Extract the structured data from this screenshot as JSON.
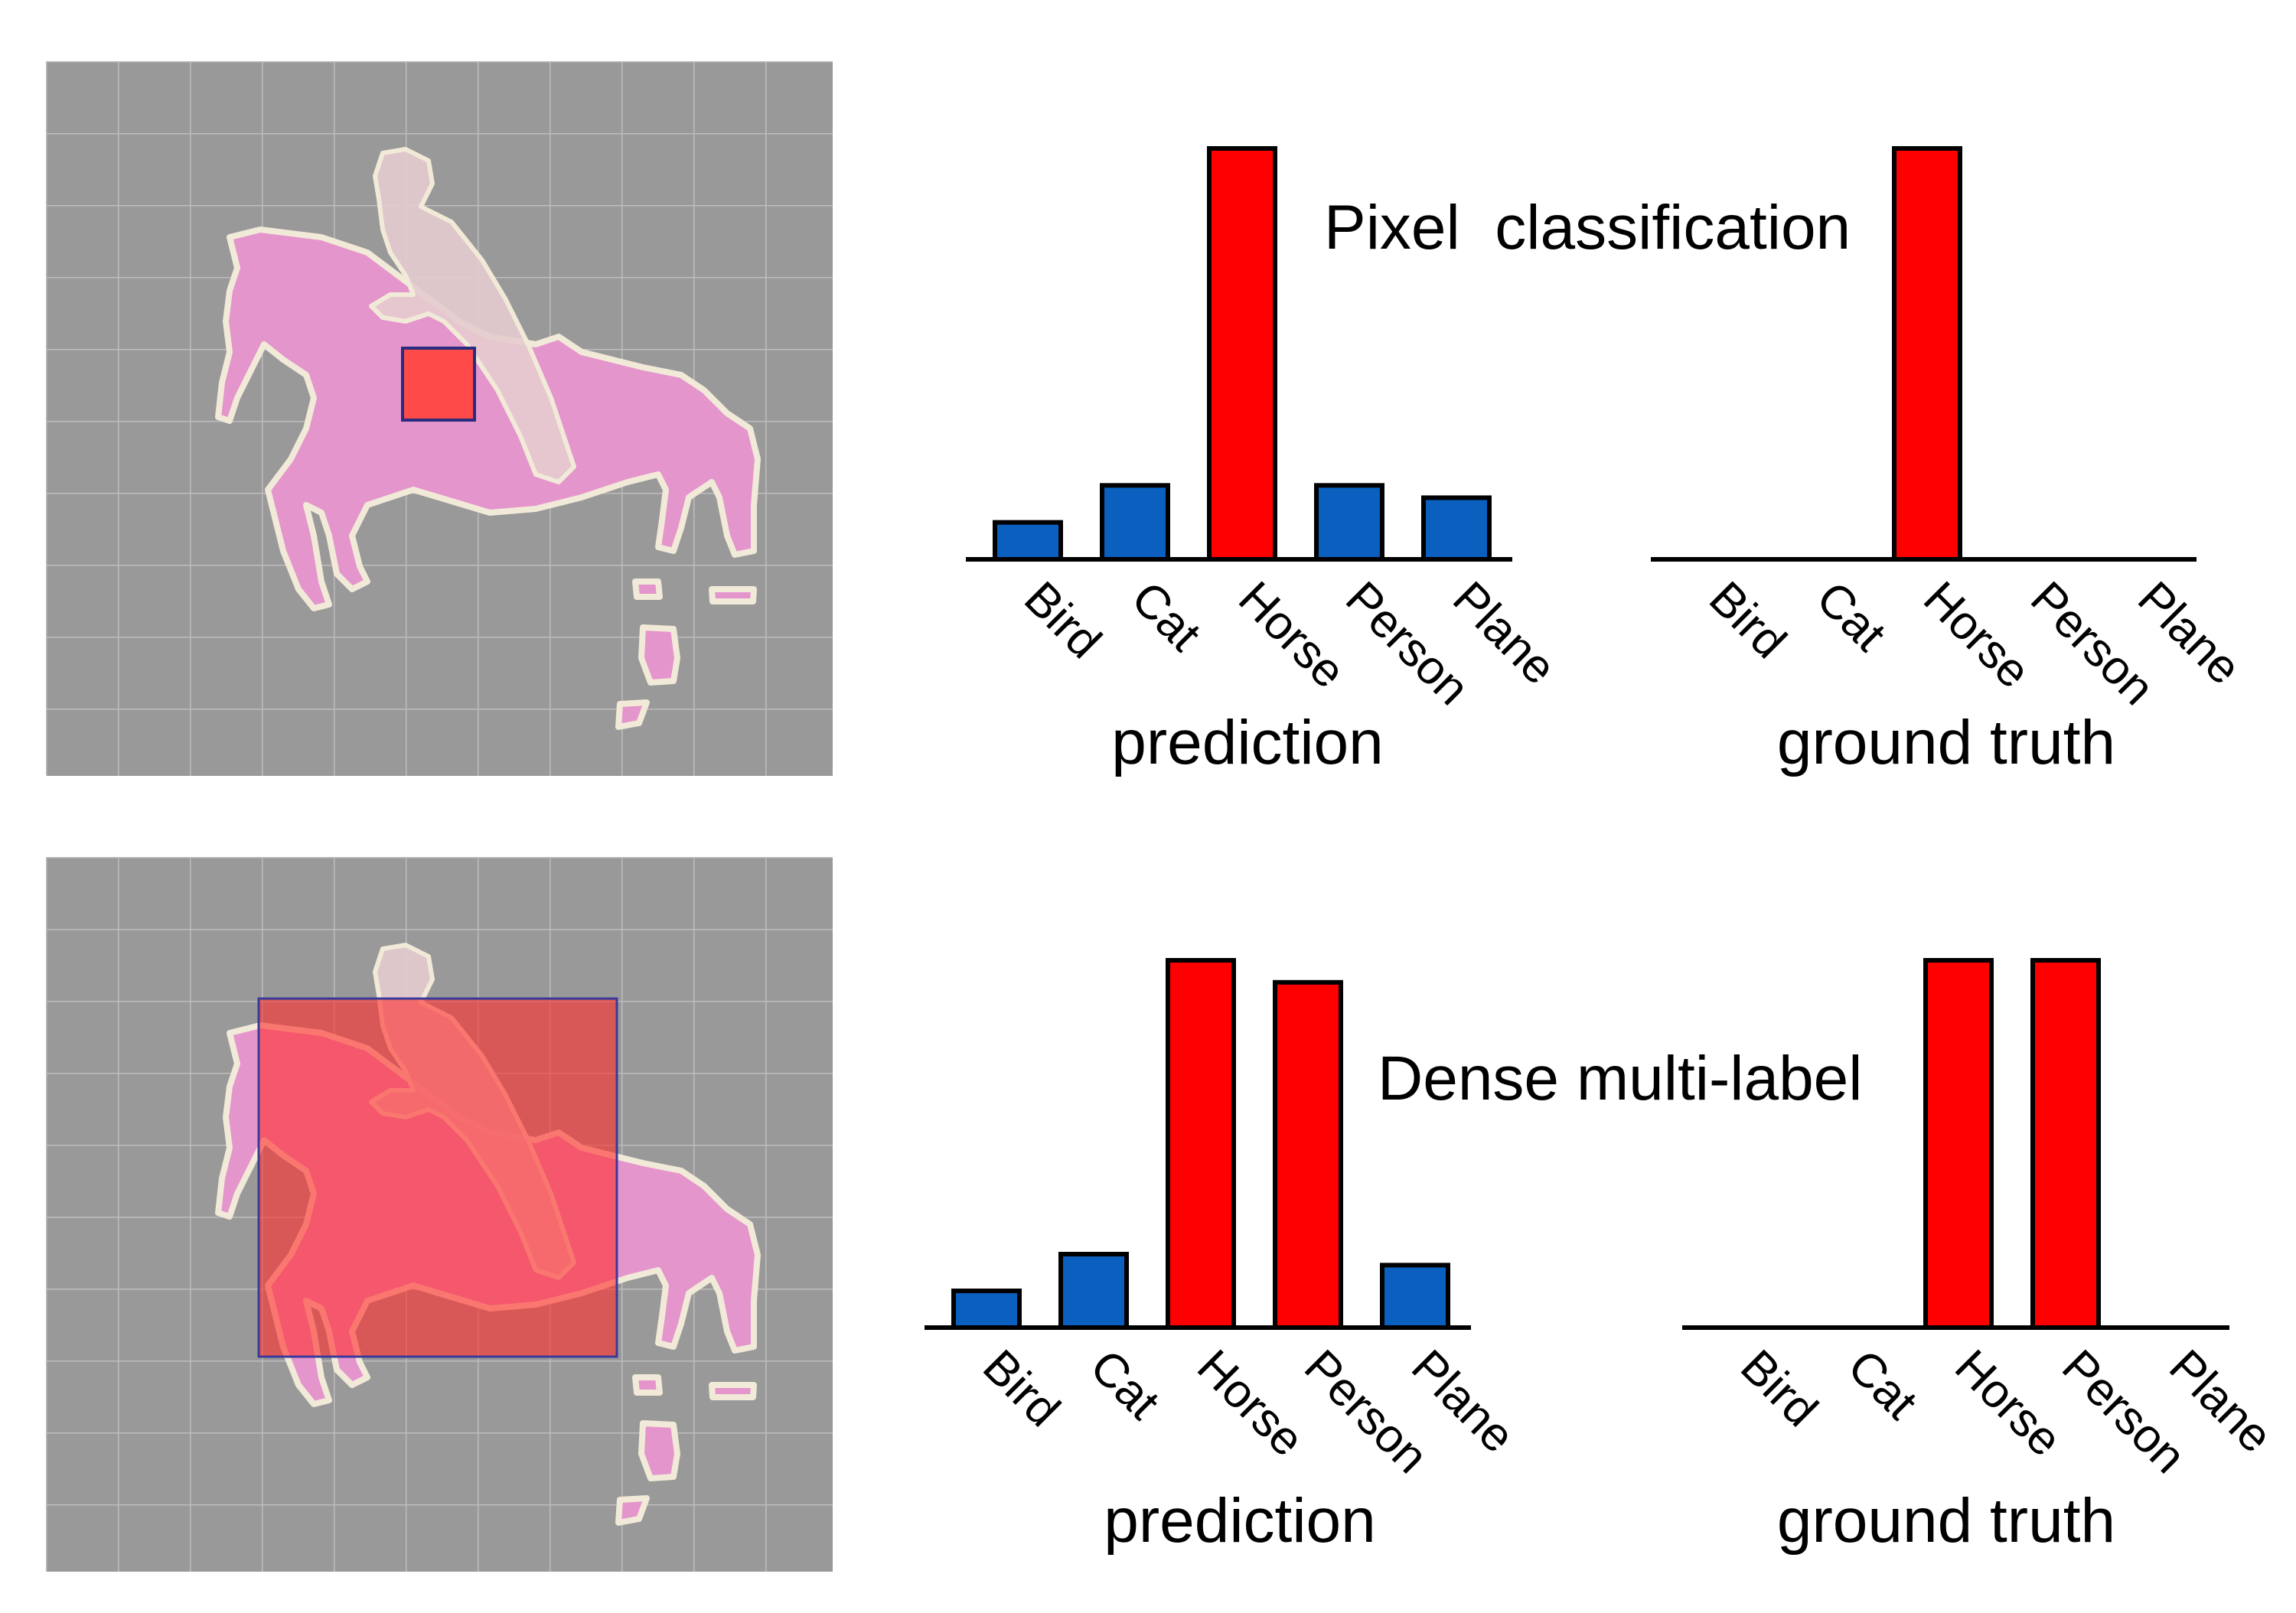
{
  "panels": [
    {
      "id": "pixel",
      "heading": "Pixel  classification",
      "prediction_label": "prediction",
      "ground_truth_label": "ground truth"
    },
    {
      "id": "dense",
      "heading": "Dense multi-label",
      "prediction_label": "prediction",
      "ground_truth_label": "ground truth"
    }
  ],
  "chart_data": [
    {
      "type": "bar",
      "panel": "Pixel  classification",
      "xlabel": "prediction",
      "categories": [
        "Bird",
        "Cat",
        "Horse",
        "Person",
        "Plane"
      ],
      "values": [
        0.09,
        0.18,
        1.0,
        0.18,
        0.15
      ],
      "highlighted": [
        "Horse"
      ],
      "ylim": [
        0,
        1
      ]
    },
    {
      "type": "bar",
      "panel": "Pixel  classification",
      "xlabel": "ground truth",
      "categories": [
        "Bird",
        "Cat",
        "Horse",
        "Person",
        "Plane"
      ],
      "values": [
        0,
        0,
        1.0,
        0,
        0
      ],
      "highlighted": [
        "Horse"
      ],
      "ylim": [
        0,
        1
      ]
    },
    {
      "type": "bar",
      "panel": "Dense multi-label",
      "xlabel": "prediction",
      "categories": [
        "Bird",
        "Cat",
        "Horse",
        "Person",
        "Plane"
      ],
      "values": [
        0.1,
        0.2,
        1.0,
        0.94,
        0.17
      ],
      "highlighted": [
        "Horse",
        "Person"
      ],
      "ylim": [
        0,
        1
      ]
    },
    {
      "type": "bar",
      "panel": "Dense multi-label",
      "xlabel": "ground truth",
      "categories": [
        "Bird",
        "Cat",
        "Horse",
        "Person",
        "Plane"
      ],
      "values": [
        0,
        0,
        1.0,
        1.0,
        0
      ],
      "highlighted": [
        "Horse",
        "Person"
      ],
      "ylim": [
        0,
        1
      ]
    }
  ],
  "colors": {
    "background_image": "#999999",
    "grid_line": "#bdbdbd",
    "horse_fill": "#e495cc",
    "rider_fill": "#e6cccf",
    "outline": "#f2ead8",
    "selection_fill": "#ff4a4a",
    "selection_border": "#2b2b80",
    "bar_highlight": "#ff0000",
    "bar_normal": "#0a5fbf",
    "bar_stroke": "#000000"
  }
}
